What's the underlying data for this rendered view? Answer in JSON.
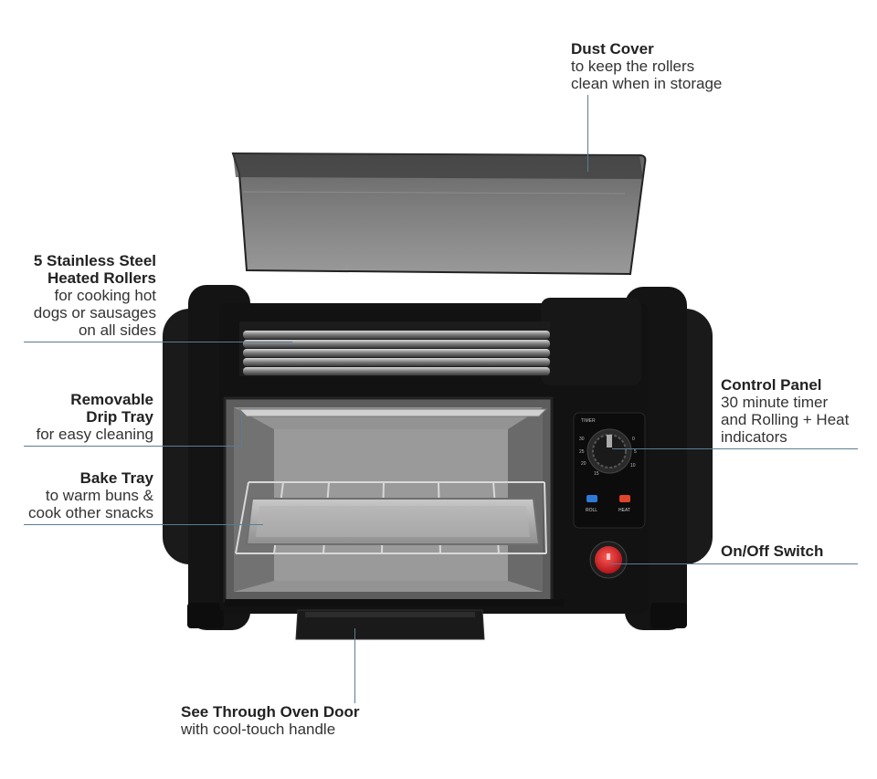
{
  "callouts": {
    "dust_cover": {
      "title": "Dust Cover",
      "lines": [
        "to keep the rollers",
        "clean when in storage"
      ]
    },
    "rollers": {
      "title_lines": [
        "5 Stainless Steel",
        "Heated Rollers"
      ],
      "lines": [
        "for cooking hot",
        "dogs or sausages",
        "on all sides"
      ]
    },
    "drip_tray": {
      "title_lines": [
        "Removable",
        "Drip Tray"
      ],
      "lines": [
        "for easy cleaning"
      ]
    },
    "bake_tray": {
      "title": "Bake Tray",
      "lines": [
        "to warm buns &",
        "cook other snacks"
      ]
    },
    "control_panel": {
      "title": "Control Panel",
      "lines": [
        "30 minute timer",
        "and Rolling + Heat",
        "indicators"
      ]
    },
    "switch": {
      "title": "On/Off Switch"
    },
    "door": {
      "title": "See Through Oven Door",
      "lines": [
        "with cool-touch handle"
      ]
    }
  },
  "panel": {
    "timer_label": "TIMER",
    "roll_label": "ROLL",
    "heat_label": "HEAT",
    "dial_numbers": [
      "30",
      "25",
      "20",
      "15",
      "10",
      "5",
      "0"
    ]
  },
  "colors": {
    "leader": "#5a7d95",
    "body": "#141414",
    "switch": "#e0242a",
    "roll_indicator": "#2f79d6",
    "heat_indicator": "#e0442a"
  }
}
